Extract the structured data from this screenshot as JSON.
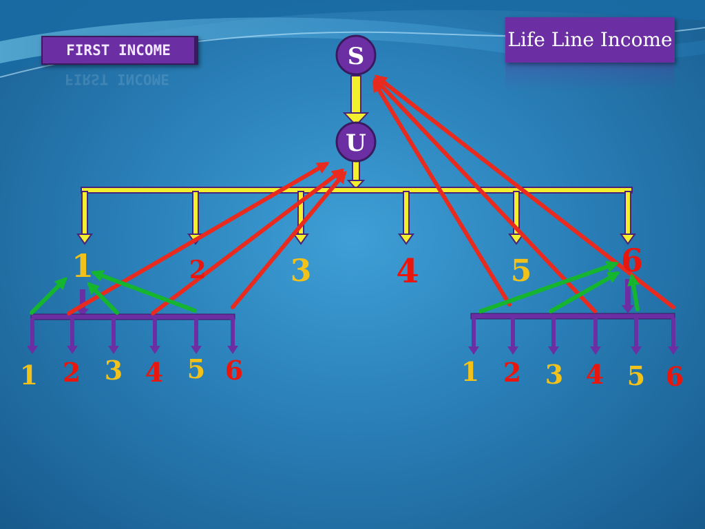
{
  "header": {
    "first_income_label": "FIRST INCOME",
    "title": "Life Line Income"
  },
  "nodes": {
    "sponsor": "S",
    "user": "U"
  },
  "level1": [
    "1",
    "2",
    "3",
    "4",
    "5",
    "6"
  ],
  "left_group": [
    "1",
    "2",
    "3",
    "4",
    "5",
    "6"
  ],
  "right_group": [
    "1",
    "2",
    "3",
    "4",
    "5",
    "6"
  ],
  "colors": {
    "node_fill": "#6b2fa3",
    "connector_yellow": "#f2ef2e",
    "connector_purple": "#5b2a93",
    "arrow_red": "#e82b1e",
    "arrow_green": "#15b52f",
    "number_yellow": "#f2c21b",
    "number_red": "#e8160d"
  }
}
